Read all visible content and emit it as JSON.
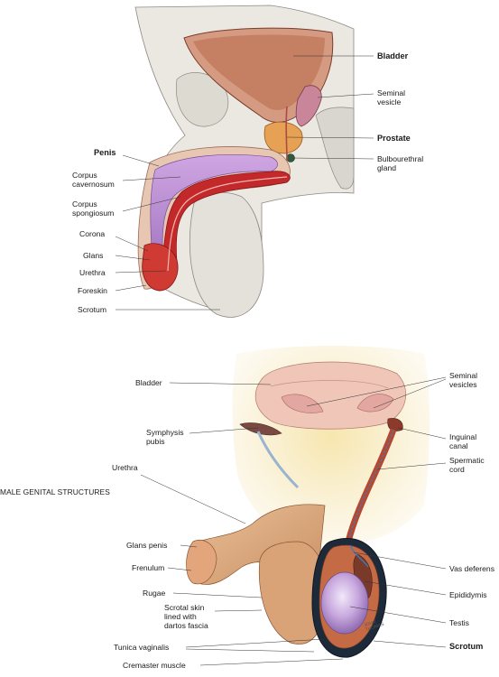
{
  "caption": "MALE GENITAL STRUCTURES",
  "artist_signature": "JOHN\nTHOMAS",
  "colors": {
    "bladder_wall": "#d99a84",
    "bladder_cavity": "#c87d5e",
    "prostate": "#e8a25a",
    "corpus_cavernosum": "#b98ad0",
    "erectile_red": "#c4252a",
    "skin": "#e9e6e0",
    "fat_yellow": "#f3d98a",
    "testis": "#c3a3d8",
    "penis_skin": "#e3b48c"
  },
  "labels": {
    "bladder_top": "Bladder",
    "seminal_vesicle": "Seminal\nvesicle",
    "prostate": "Prostate",
    "bulbourethral": "Bulbourethral\ngland",
    "penis": "Penis",
    "corpus_cavernosum": "Corpus\ncavernosum",
    "corpus_spongiosum": "Corpus\nspongiosum",
    "corona": "Corona",
    "glans": "Glans",
    "urethra_top": "Urethra",
    "foreskin": "Foreskin",
    "scrotum_top": "Scrotum",
    "bladder_bottom": "Bladder",
    "seminal_vesicles": "Seminal\nvesicles",
    "symphysis_pubis": "Symphysis\npubis",
    "inguinal_canal": "Inguinal\ncanal",
    "spermatic_cord": "Spermatic\ncord",
    "urethra_bottom": "Urethra",
    "glans_penis": "Glans penis",
    "frenulum": "Frenulum",
    "vas_deferens": "Vas deferens",
    "rugae": "Rugae",
    "epididymis": "Epididymis",
    "scrotal_skin": "Scrotal skin\nlined with\ndartos fascia",
    "testis": "Testis",
    "tunica_vaginalis": "Tunica vaginalis",
    "scrotum_bottom": "Scrotum",
    "cremaster": "Cremaster muscle"
  }
}
